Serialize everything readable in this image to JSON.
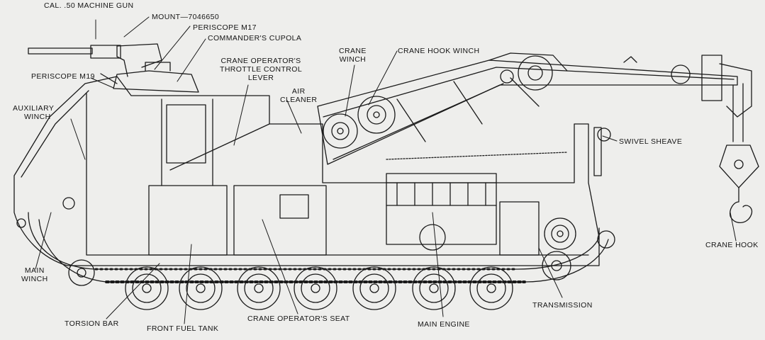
{
  "labels": {
    "machine_gun": "CAL. .50 MACHINE GUN",
    "mount": "MOUNT—7046650",
    "periscope_m17": "PERISCOPE M17",
    "commanders_cupola": "COMMANDER'S CUPOLA",
    "periscope_m19": "PERISCOPE M19",
    "auxiliary_winch": [
      "AUXILIARY",
      "WINCH"
    ],
    "crane_operator_lever": [
      "CRANE OPERATOR'S",
      "THROTTLE CONTROL",
      "LEVER"
    ],
    "air_cleaner": [
      "AIR",
      "CLEANER"
    ],
    "crane_winch": [
      "CRANE",
      "WINCH"
    ],
    "crane_hook_winch": "CRANE HOOK WINCH",
    "swivel_sheave": "SWIVEL SHEAVE",
    "crane_hook": "CRANE HOOK",
    "main_winch": [
      "MAIN",
      "WINCH"
    ],
    "torsion_bar": "TORSION BAR",
    "front_fuel_tank": "FRONT FUEL TANK",
    "crane_operators_seat": "CRANE OPERATOR'S SEAT",
    "main_engine": "MAIN ENGINE",
    "transmission": "TRANSMISSION"
  }
}
